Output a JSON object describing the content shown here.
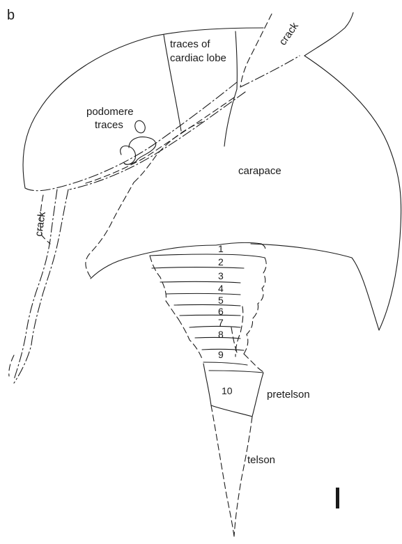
{
  "panel_label": "b",
  "labels": {
    "cardiac_line1": "traces of",
    "cardiac_line2": "cardiac lobe",
    "crack_top": "crack",
    "crack_left": "crack",
    "podomere_line1": "podomere",
    "podomere_line2": "traces",
    "carapace": "carapace",
    "pretelson": "pretelson",
    "telson": "telson"
  },
  "segment_numbers": [
    "1",
    "2",
    "3",
    "4",
    "5",
    "6",
    "7",
    "8",
    "9",
    "10"
  ]
}
